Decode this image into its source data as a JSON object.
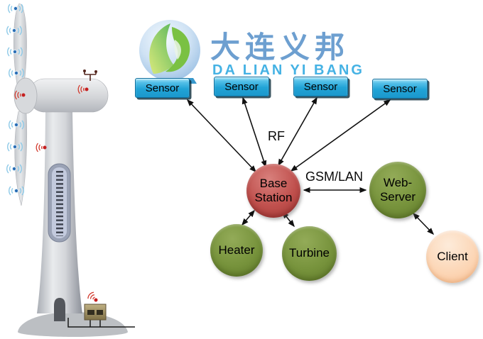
{
  "brand": {
    "name_cn": "大连义邦",
    "name_en": "DA LIAN YI BANG",
    "cn_color": "#6d9fd0",
    "en_color": "#45b2e4"
  },
  "diagram": {
    "sensors": [
      {
        "label": "Sensor"
      },
      {
        "label": "Sensor"
      },
      {
        "label": "Sensor"
      },
      {
        "label": "Sensor"
      }
    ],
    "links": {
      "rf": "RF",
      "gsm_lan": "GSM/LAN"
    },
    "nodes": {
      "base_station": {
        "lines": [
          "Base",
          "Station"
        ],
        "color": "#c0504d"
      },
      "web_server": {
        "lines": [
          "Web-",
          "Server"
        ],
        "color": "#77933c"
      },
      "heater": {
        "lines": [
          "Heater"
        ],
        "color": "#77933c"
      },
      "turbine": {
        "lines": [
          "Turbine"
        ],
        "color": "#77933c"
      },
      "client": {
        "lines": [
          "Client"
        ],
        "color": "#fcd5b4"
      }
    },
    "sensor_box_color": "#21a3d6",
    "arrow_color": "#111111"
  },
  "illustration": {
    "icon": "wind-turbine-with-wireless-sensors-icon",
    "blade_sensor_color": "#2a6db5",
    "alert_sensor_color": "#c61f1f"
  }
}
